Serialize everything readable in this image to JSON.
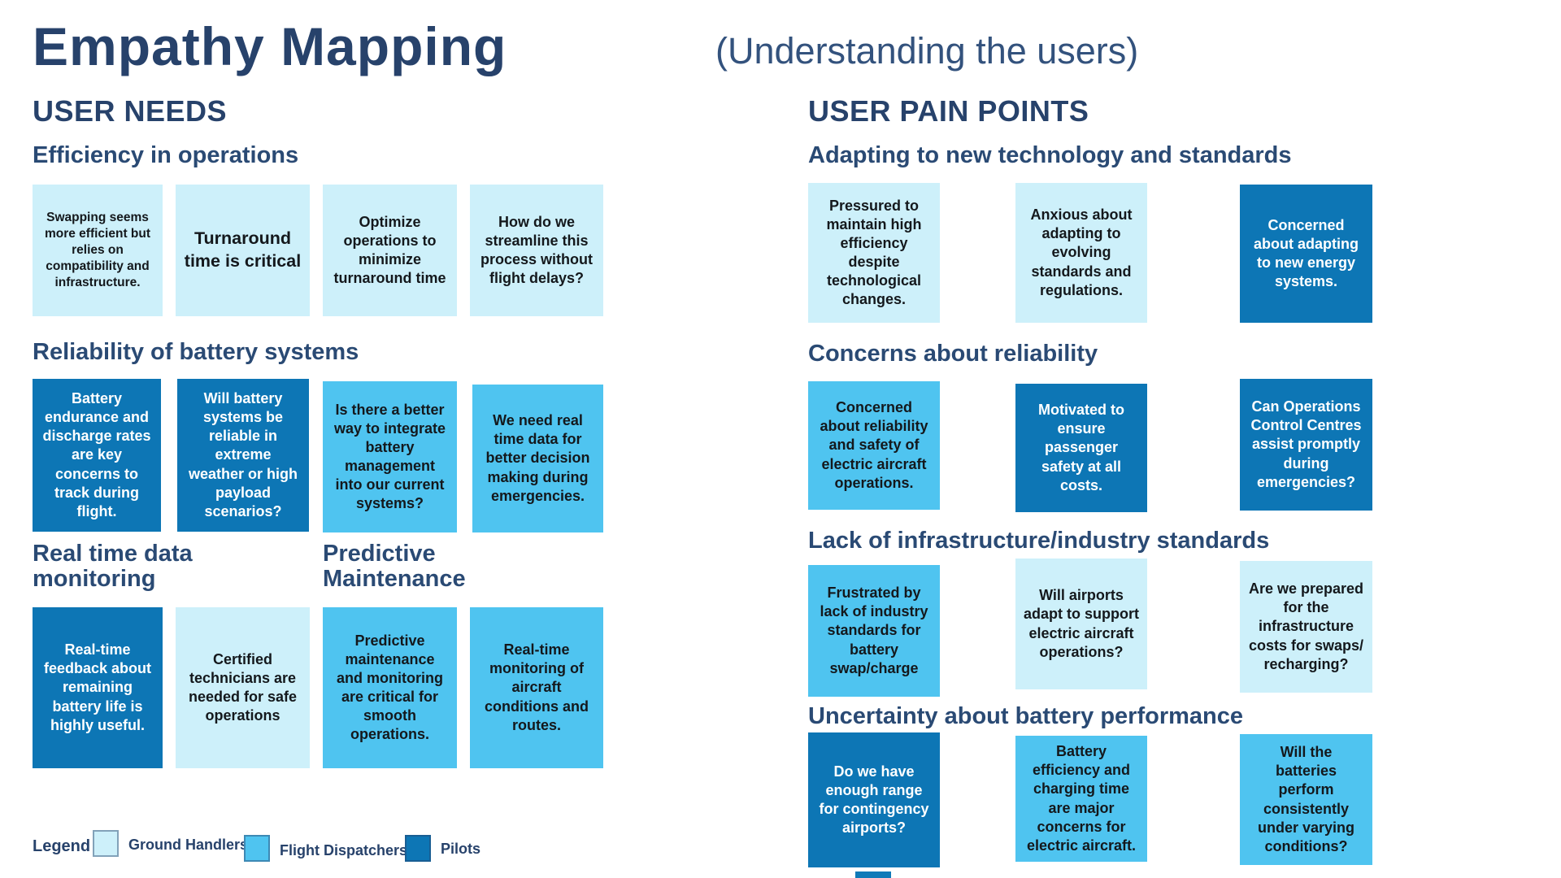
{
  "header": {
    "title": "Empathy Mapping",
    "subtitle": "(Understanding the users)"
  },
  "colors": {
    "heading_navy": "#27426B",
    "ground_handlers": "#CDF0FA",
    "flight_dispatchers": "#4FC4F0",
    "pilots": "#0D76B5"
  },
  "needs": {
    "title": "USER NEEDS",
    "sections": [
      {
        "heading": "Efficiency in operations",
        "cards": [
          {
            "text": "Swapping seems more efficient but relies on compatibility and infrastructure.",
            "audience": "ground-handlers"
          },
          {
            "text": "Turnaround time is critical",
            "audience": "ground-handlers"
          },
          {
            "text": "Optimize operations to minimize turnaround time",
            "audience": "ground-handlers"
          },
          {
            "text": "How do we streamline this process without flight delays?",
            "audience": "ground-handlers"
          }
        ]
      },
      {
        "heading": "Reliability of battery systems",
        "cards": [
          {
            "text": "Battery endurance and discharge rates are key concerns to track during flight.",
            "audience": "pilots"
          },
          {
            "text": "Will battery systems be reliable in extreme weather or high payload scenarios?",
            "audience": "pilots"
          },
          {
            "text": "Is there a better way to integrate battery management into our current systems?",
            "audience": "flight-dispatchers"
          },
          {
            "text": "We need real time data for better decision making during emergencies.",
            "audience": "flight-dispatchers"
          }
        ]
      },
      {
        "heading": "Real time data monitoring",
        "cards": [
          {
            "text": "Real-time feedback about remaining battery life is highly useful.",
            "audience": "pilots"
          },
          {
            "text": "Certified technicians are needed for safe operations",
            "audience": "ground-handlers"
          }
        ]
      },
      {
        "heading": "Predictive Maintenance",
        "cards": [
          {
            "text": "Predictive maintenance and monitoring are critical for smooth operations.",
            "audience": "flight-dispatchers"
          },
          {
            "text": "Real-time monitoring of aircraft conditions and routes.",
            "audience": "flight-dispatchers"
          }
        ]
      }
    ]
  },
  "pain_points": {
    "title": "USER PAIN POINTS",
    "sections": [
      {
        "heading": "Adapting to new technology and standards",
        "cards": [
          {
            "text": "Pressured to maintain high efficiency despite technological changes.",
            "audience": "ground-handlers"
          },
          {
            "text": "Anxious about adapting to evolving standards and regulations.",
            "audience": "ground-handlers"
          },
          {
            "text": "Concerned about adapting to new energy systems.",
            "audience": "pilots"
          }
        ]
      },
      {
        "heading": "Concerns about reliability",
        "cards": [
          {
            "text": "Concerned about reliability and safety of electric aircraft operations.",
            "audience": "flight-dispatchers"
          },
          {
            "text": "Motivated to ensure passenger safety at all costs.",
            "audience": "pilots"
          },
          {
            "text": "Can Operations Control Centres assist promptly during emergencies?",
            "audience": "pilots"
          }
        ]
      },
      {
        "heading": "Lack of infrastructure/industry standards",
        "cards": [
          {
            "text": "Frustrated by lack of industry standards for battery swap/charge",
            "audience": "flight-dispatchers"
          },
          {
            "text": "Will airports adapt to support electric aircraft operations?",
            "audience": "ground-handlers"
          },
          {
            "text": "Are we prepared for the infrastructure costs for swaps/ recharging?",
            "audience": "ground-handlers"
          }
        ]
      },
      {
        "heading": "Uncertainty about battery performance",
        "cards": [
          {
            "text": "Do we have enough range for contingency airports?",
            "audience": "pilots"
          },
          {
            "text": "Battery efficiency and charging time are major concerns for electric aircraft.",
            "audience": "flight-dispatchers"
          },
          {
            "text": "Will the batteries perform consistently under varying conditions?",
            "audience": "flight-dispatchers"
          }
        ]
      }
    ]
  },
  "legend": {
    "label": "Legend",
    "items": [
      {
        "label": "Ground Handlers",
        "audience": "ground-handlers"
      },
      {
        "label": "Flight Dispatchers",
        "audience": "flight-dispatchers"
      },
      {
        "label": "Pilots",
        "audience": "pilots"
      }
    ]
  }
}
